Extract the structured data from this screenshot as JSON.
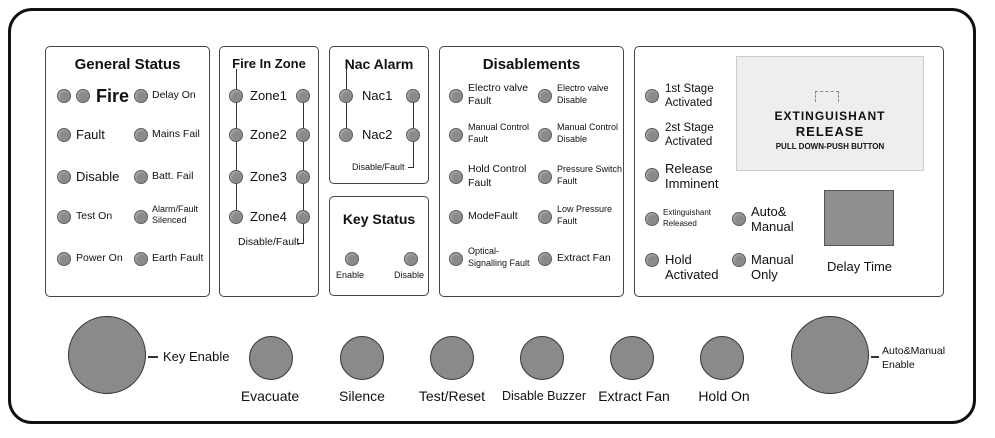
{
  "general_status": {
    "title": "General Status",
    "fire": "Fire",
    "delay_on": "Delay On",
    "fault": "Fault",
    "mains_fail": "Mains Fail",
    "disable": "Disable",
    "batt_fail": "Batt. Fail",
    "test_on": "Test On",
    "alarm_fault_silenced_1": "Alarm/Fault",
    "alarm_fault_silenced_2": "Silenced",
    "power_on": "Power On",
    "earth_fault": "Earth Fault"
  },
  "fire_in_zone": {
    "title": "Fire In Zone",
    "zones": [
      "Zone1",
      "Zone2",
      "Zone3",
      "Zone4"
    ],
    "disable_fault": "Disable/Fault"
  },
  "nac_alarm": {
    "title": "Nac Alarm",
    "nacs": [
      "Nac1",
      "Nac2"
    ],
    "disable_fault": "Disable/Fault"
  },
  "key_status": {
    "title": "Key Status",
    "enable": "Enable",
    "disable": "Disable"
  },
  "disablements": {
    "title": "Disablements",
    "left": [
      [
        "Electro valve",
        "Fault"
      ],
      [
        "Manual Control",
        "Fault"
      ],
      [
        "Hold Control",
        "Fault"
      ],
      [
        "ModeFault"
      ],
      [
        "Optical-",
        "Signalling Fault"
      ]
    ],
    "right": [
      [
        "Electro valve",
        "Disable"
      ],
      [
        "Manual Control",
        "Disable"
      ],
      [
        "Pressure Switch",
        "Fault"
      ],
      [
        "Low Pressure",
        "Fault"
      ],
      [
        "Extract Fan"
      ]
    ]
  },
  "release": {
    "stage1": [
      "1st Stage",
      "Activated"
    ],
    "stage2": [
      "2st Stage",
      "Activated"
    ],
    "imminent": [
      "Release",
      "Imminent"
    ],
    "ext_released": [
      "Extinguishant",
      "Released"
    ],
    "auto_manual": [
      "Auto&",
      "Manual"
    ],
    "hold": [
      "Hold",
      "Activated"
    ],
    "manual_only": [
      "Manual",
      "Only"
    ],
    "delay_time": "Delay Time",
    "extinguishant_panel": {
      "line1": "EXTINGUISHANT",
      "line2": "RELEASE",
      "line3": "PULL DOWN-PUSH BUTTON"
    }
  },
  "buttons": {
    "key_enable": "Key Enable",
    "evacuate": "Evacuate",
    "silence": "Silence",
    "test_reset": "Test/Reset",
    "disable_buzzer": "Disable Buzzer",
    "extract_fan": "Extract Fan",
    "hold_on": "Hold On",
    "auto_manual_enable_1": "Auto&Manual",
    "auto_manual_enable_2": "Enable"
  },
  "colors": {
    "led_gray": "#8a8a8a",
    "outline": "#111111",
    "display": "#8f8f8f"
  }
}
